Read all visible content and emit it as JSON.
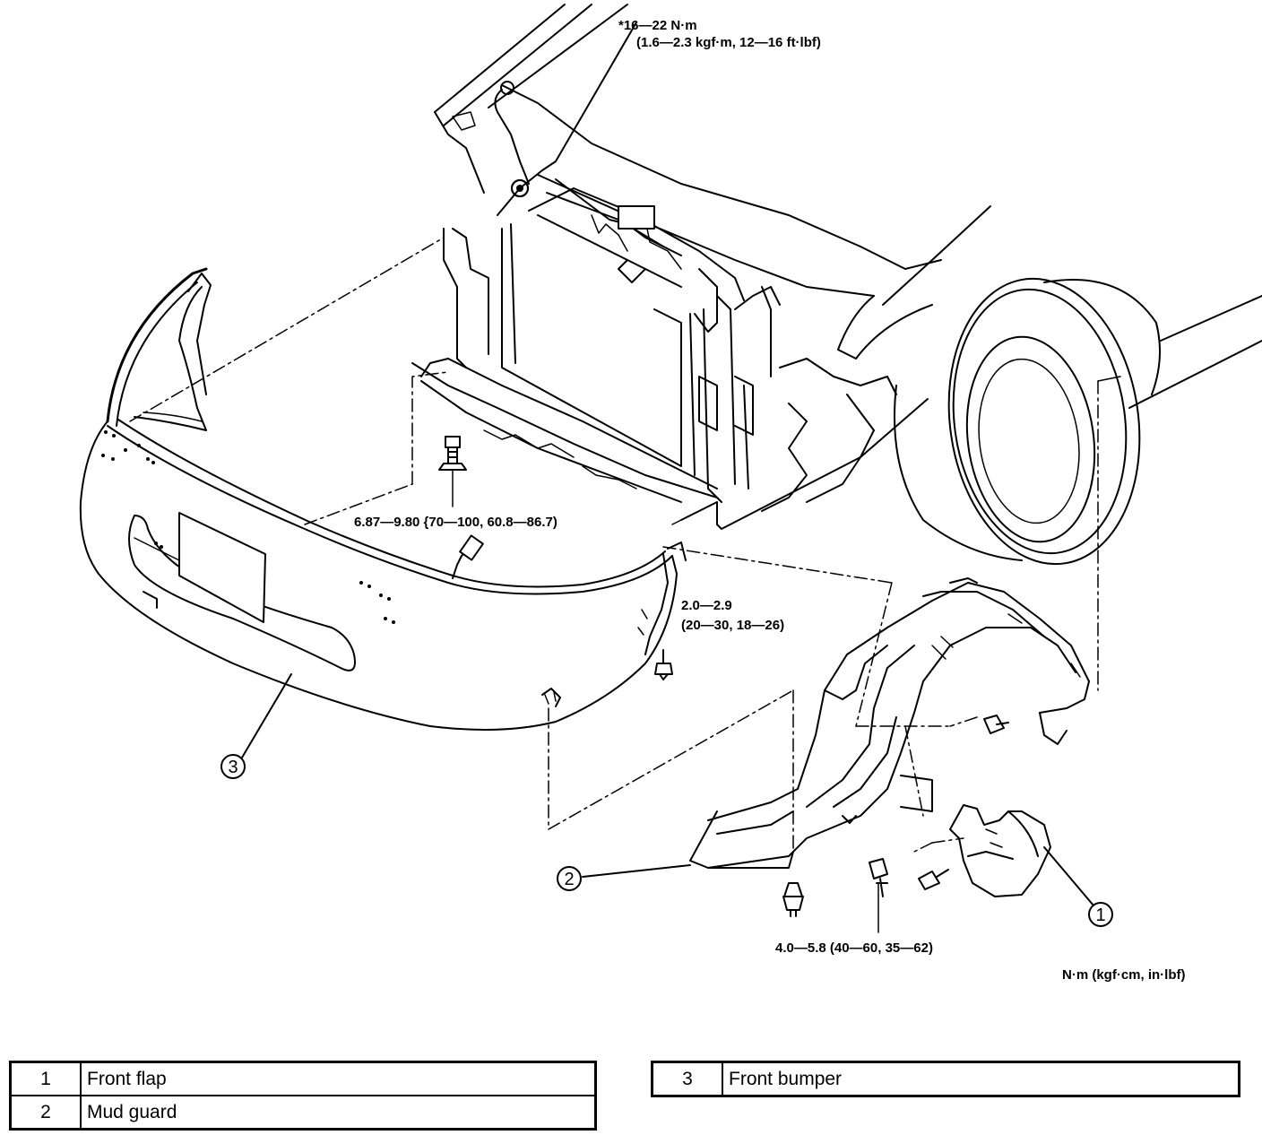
{
  "labels": {
    "torque_top_line1": "*16—22 N·m",
    "torque_top_line2": "(1.6—2.3 kgf·m, 12—16 ft·lbf)",
    "torque_bolt_center": "6.87—9.80 {70—100, 60.8—86.7)",
    "torque_screw_line1": "2.0—2.9",
    "torque_screw_line2": "(20—30, 18—26)",
    "torque_bottom": "4.0—5.8 (40—60, 35—62)",
    "units": "N·m (kgf·cm, in·lbf)"
  },
  "callouts": {
    "front_flap": "1",
    "mud_guard": "2",
    "front_bumper": "3"
  },
  "parts_table": {
    "left": [
      {
        "num": "1",
        "name": "Front flap"
      },
      {
        "num": "2",
        "name": "Mud guard"
      }
    ],
    "right": [
      {
        "num": "3",
        "name": "Front bumper"
      }
    ]
  }
}
